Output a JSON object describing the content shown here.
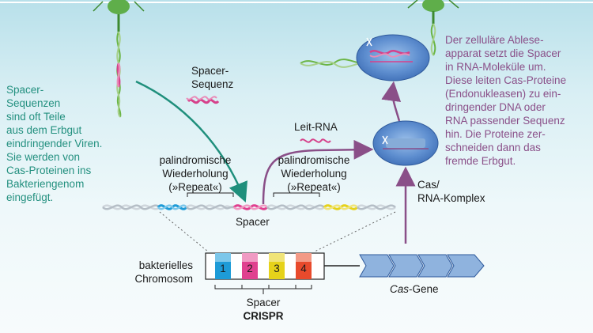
{
  "labels": {
    "left_note": [
      "Spacer-",
      "Sequenzen",
      "sind oft Teile",
      "aus dem Erbgut",
      "eindringender Viren.",
      "Sie werden von",
      "Cas-Proteinen ins",
      "Bakteriengenom",
      "eingefügt."
    ],
    "right_note": [
      "Der zelluläre Ablese-",
      "apparat setzt die Spacer",
      "in RNA-Moleküle um.",
      "Diese leiten Cas-Proteine",
      "(Endonukleasen) zu ein-",
      "dringender DNA oder",
      "RNA passender Sequenz",
      "hin. Die Proteine zer-",
      "schneiden dann das",
      "fremde Erbgut."
    ],
    "spacer_sequenz": [
      "Spacer-",
      "Sequenz"
    ],
    "leit_rna": "Leit-RNA",
    "repeat_left": [
      "palindromische",
      "Wiederholung",
      "(»Repeat«)"
    ],
    "repeat_right": [
      "palindromische",
      "Wiederholung",
      "(»Repeat«)"
    ],
    "spacer": "Spacer",
    "cas_complex": [
      "Cas/",
      "RNA-Komplex"
    ],
    "chromosome": [
      "bakterielles",
      "Chromosom"
    ],
    "spacer_bottom": "Spacer",
    "crispr": "CRISPR",
    "cas_genes_italic": "Cas",
    "cas_genes_rest": "-Gene",
    "spacer_numbers": [
      "1",
      "2",
      "3",
      "4"
    ]
  },
  "colors": {
    "teal_text": "#23907f",
    "purple_text": "#8a4f88",
    "spacer1": "#1e9bd7",
    "spacer2": "#e0408f",
    "spacer3": "#e6d21a",
    "spacer4": "#e84a2c",
    "cas_gene": "#8fb3de",
    "cell_blue": "#4f7fc4"
  }
}
